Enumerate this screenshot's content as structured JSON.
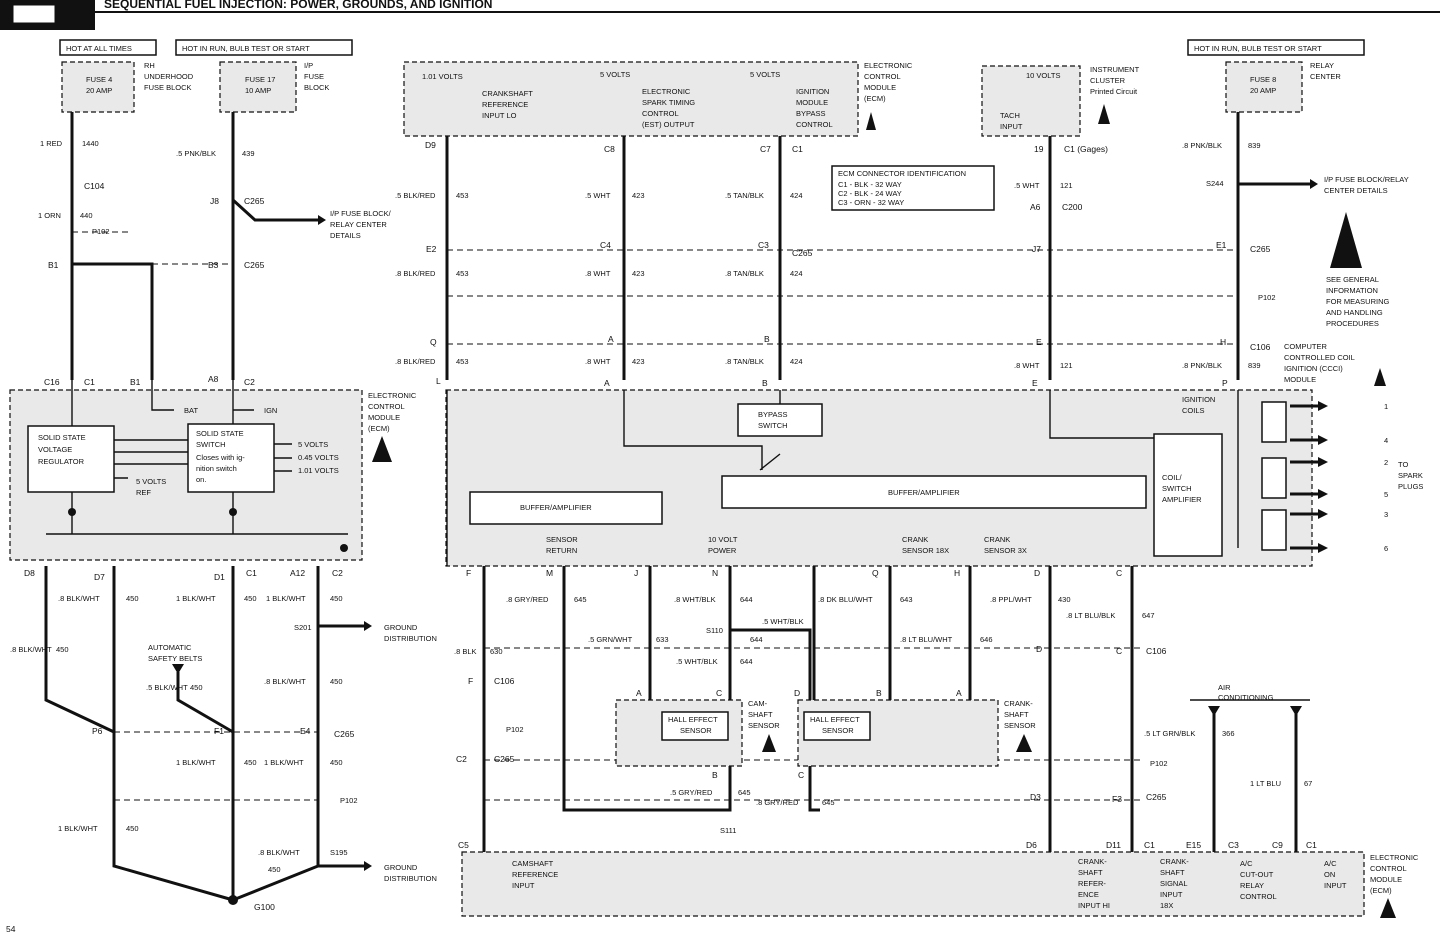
{
  "title": "SEQUENTIAL FUEL INJECTION: POWER, GROUNDS, AND IGNITION",
  "page_number": "54",
  "hot_labels": {
    "always": "HOT AT ALL TIMES",
    "run_left": "HOT IN RUN, BULB TEST OR START",
    "run_right": "HOT IN RUN, BULB TEST OR START"
  },
  "fuses": {
    "f4": {
      "name": "FUSE 4",
      "amp": "20 AMP",
      "loc1": "RH",
      "loc2": "UNDERHOOD",
      "loc3": "FUSE BLOCK"
    },
    "f17": {
      "name": "FUSE 17",
      "amp": "10 AMP",
      "loc1": "I/P",
      "loc2": "FUSE",
      "loc3": "BLOCK"
    },
    "f8": {
      "name": "FUSE 8",
      "amp": "20 AMP",
      "loc1": "RELAY",
      "loc2": "CENTER"
    }
  },
  "modules": {
    "ecm_line1": "ELECTRONIC",
    "ecm_line2": "CONTROL",
    "ecm_line3": "MODULE",
    "ecm_line4": "(ECM)",
    "cluster1": "INSTRUMENT",
    "cluster2": "CLUSTER",
    "cluster3": "Printed Circuit",
    "ccci1": "COMPUTER",
    "ccci2": "CONTROLLED COIL",
    "ccci3": "IGNITION (CCCI)",
    "ccci4": "MODULE"
  },
  "ecm_top": {
    "v1": "1.01 VOLTS",
    "v2": "5 VOLTS",
    "v3": "5 VOLTS",
    "crank1": "CRANKSHAFT",
    "crank2": "REFERENCE",
    "crank3": "INPUT LO",
    "est1": "ELECTRONIC",
    "est2": "SPARK TIMING",
    "est3": "CONTROL",
    "est4": "(EST) OUTPUT",
    "byp1": "IGNITION",
    "byp2": "MODULE",
    "byp3": "BYPASS",
    "byp4": "CONTROL",
    "cl_v": "10 VOLTS",
    "tach1": "TACH",
    "tach2": "INPUT"
  },
  "ecm_conn": {
    "h": "ECM CONNECTOR IDENTIFICATION",
    "l1": "C1 - BLK - 32 WAY",
    "l2": "C2 - BLK - 24 WAY",
    "l3": "C3 - ORN - 32 WAY"
  },
  "wires": {
    "red": "1 RED",
    "red_n": "1440",
    "orn": "1 ORN",
    "orn_n": "440",
    "pnk": ".5 PNK/BLK",
    "pnk_n": "439",
    "pnk8": ".8 PNK/BLK",
    "pnk8_n": "839",
    "blkred": ".5 BLK/RED",
    "blkred8": ".8 BLK/RED",
    "n453": "453",
    "wht5": ".5 WHT",
    "wht8": ".8 WHT",
    "n423": "423",
    "tan5": ".5 TAN/BLK",
    "tan8": ".8 TAN/BLK",
    "n424": "424",
    "wht121": ".5 WHT",
    "n121": "121",
    "wht121b": ".8 WHT",
    "blkwht8": ".8 BLK/WHT",
    "blkwht1": "1 BLK/WHT",
    "n450": "450",
    "blkwht5": ".5 BLK/WHT",
    "gryred8": ".8 GRY/RED",
    "gryred5": ".5 GRY/RED",
    "n645": "645",
    "blk8": ".8 BLK",
    "n630": "630",
    "whtblk8": ".8 WHT/BLK",
    "whtblk5": ".5 WHT/BLK",
    "n644": "644",
    "grnwht": ".5 GRN/WHT",
    "n633": "633",
    "dkblu": ".8 DK BLU/WHT",
    "n643": "643",
    "ltbluwht": ".8 LT BLU/WHT",
    "n646": "646",
    "ppl": ".8 PPL/WHT",
    "n430": "430",
    "ltblublk": ".8 LT BLU/BLK",
    "n647": "647",
    "ltgrn": ".5 LT GRN/BLK",
    "n366": "366",
    "ltblu": "1 LT BLU",
    "n67": "67"
  },
  "connectors": {
    "c104": "C104",
    "p102": "P102",
    "c265": "C265",
    "c1": "C1",
    "c2": "C2",
    "c3": "C3",
    "c106": "C106",
    "c200": "C200",
    "c1g": "C1 (Gages)"
  },
  "pins": {
    "b1": "B1",
    "b3": "B3",
    "j8": "J8",
    "c16": "C16",
    "a8": "A8",
    "d9": "D9",
    "c8": "C8",
    "c7": "C7",
    "e2": "E2",
    "c4": "C4",
    "c3p": "C3",
    "q": "Q",
    "a": "A",
    "b": "B",
    "l": "L",
    "e": "E",
    "p": "P",
    "h": "H",
    "e1": "E1",
    "j7": "J7",
    "a6": "A6",
    "n19": "19",
    "d8": "D8",
    "d7": "D7",
    "d1": "D1",
    "a12": "A12",
    "p6": "P6",
    "f1": "F1",
    "e4": "E4",
    "f": "F",
    "m": "M",
    "j": "J",
    "n": "N",
    "qq": "Q",
    "hh": "H",
    "d": "D",
    "c": "C",
    "c2p": "C2",
    "c5": "C5",
    "d6": "D6",
    "d11": "D11",
    "e15": "E15",
    "c9": "C9",
    "d3": "D3",
    "f3": "F3"
  },
  "splices": {
    "s201": "S201",
    "s195": "S195",
    "s110": "S110",
    "s111": "S111",
    "s244": "S244",
    "g100": "G100"
  },
  "ecm_main": {
    "reg1": "SOLID STATE",
    "reg2": "VOLTAGE",
    "reg3": "REGULATOR",
    "sw1": "SOLID STATE",
    "sw2": "SWITCH",
    "sw3": "Closes with ig-",
    "sw4": "nition switch",
    "sw5": "on.",
    "bat": "BAT",
    "ign": "IGN",
    "o1": "5 VOLTS",
    "o2": "0.45 VOLTS",
    "o3": "1.01 VOLTS",
    "ref1": "5 VOLTS",
    "ref2": "REF"
  },
  "ccci": {
    "bypass1": "BYPASS",
    "bypass2": "SWITCH",
    "buf": "BUFFER/AMPLIFIER",
    "buf2": "BUFFER/AMPLIFIER",
    "coil1": "COIL/",
    "coil2": "SWITCH",
    "coil3": "AMPLIFIER",
    "ign1": "IGNITION",
    "ign2": "COILS",
    "sr1": "SENSOR",
    "sr2": "RETURN",
    "vp1": "10 VOLT",
    "vp2": "POWER",
    "cs18a": "CRANK",
    "cs18b": "SENSOR 18X",
    "cs3a": "CRANK",
    "cs3b": "SENSOR 3X",
    "plugs": [
      "1",
      "4",
      "2",
      "5",
      "3",
      "6"
    ],
    "tospark1": "TO",
    "tospark2": "SPARK",
    "tospark3": "PLUGS"
  },
  "sensors": {
    "hall": "HALL EFFECT",
    "sensor": "SENSOR",
    "cam1": "CAM-",
    "cam2": "SHAFT",
    "cam3": "SENSOR",
    "crk1": "CRANK-",
    "crk2": "SHAFT",
    "crk3": "SENSOR"
  },
  "bottom": {
    "camref1": "CAMSHAFT",
    "camref2": "REFERENCE",
    "camref3": "INPUT",
    "crref1": "CRANK-",
    "crref2": "SHAFT",
    "crref3": "REFER-",
    "crref4": "ENCE",
    "crref5": "INPUT HI",
    "cs1": "CRANK-",
    "cs2": "SHAFT",
    "cs3": "SIGNAL",
    "cs4": "INPUT",
    "cs5": "18X",
    "ac1": "A/C",
    "ac2": "CUT-OUT",
    "ac3": "RELAY",
    "ac4": "CONTROL",
    "aci1": "A/C",
    "aci2": "ON",
    "aci3": "INPUT",
    "aircond1": "AIR",
    "aircond2": "CONDITIONING",
    "asb1": "AUTOMATIC",
    "asb2": "SAFETY BELTS"
  },
  "refs": {
    "ipfuse1": "I/P FUSE BLOCK/",
    "ipfuse2": "RELAY CENTER",
    "ipfuse3": "DETAILS",
    "ipfuse4": "I/P FUSE BLOCK/RELAY",
    "ipfuse5": "CENTER DETAILS",
    "gd1": "GROUND",
    "gd2": "DISTRIBUTION",
    "esd1": "SEE GENERAL",
    "esd2": "INFORMATION",
    "esd3": "FOR MEASURING",
    "esd4": "AND HANDLING",
    "esd5": "PROCEDURES"
  }
}
